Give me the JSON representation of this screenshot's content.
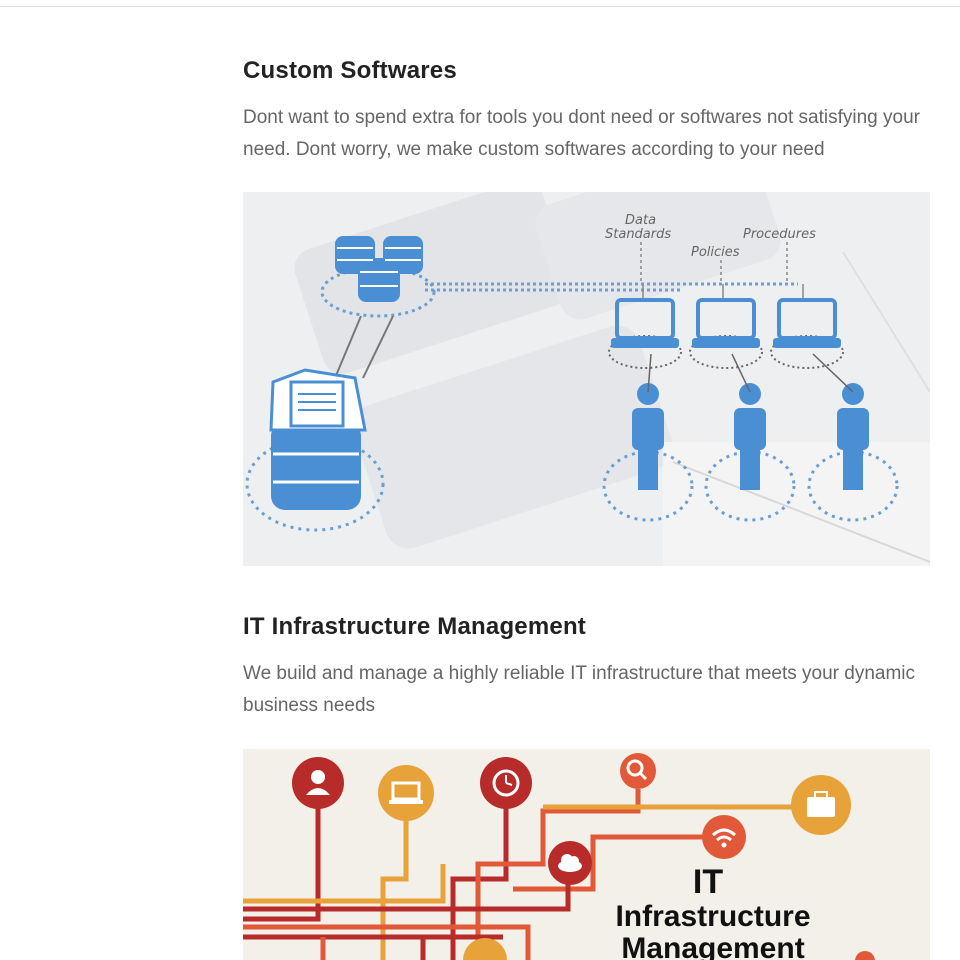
{
  "sections": [
    {
      "title": "Custom Softwares",
      "description": "Dont want to spend extra for tools you dont need or softwares not satisfying your need. Dont worry, we make custom softwares according to your need",
      "image_labels": {
        "data_standards_1": "Data",
        "data_standards_2": "Standards",
        "policies": "Policies",
        "procedures": "Procedures"
      }
    },
    {
      "title": "IT Infrastructure Management",
      "description": "We build and manage a highly reliable IT infrastructure that meets your dynamic business needs",
      "image_labels": {
        "line1": "IT",
        "line2": "Infrastructure",
        "line3": "Management"
      }
    }
  ],
  "colors": {
    "accent_blue": "#4a8fd4",
    "node_red": "#b82b2b",
    "node_orange": "#e8a23a",
    "node_coral": "#e2593a"
  }
}
